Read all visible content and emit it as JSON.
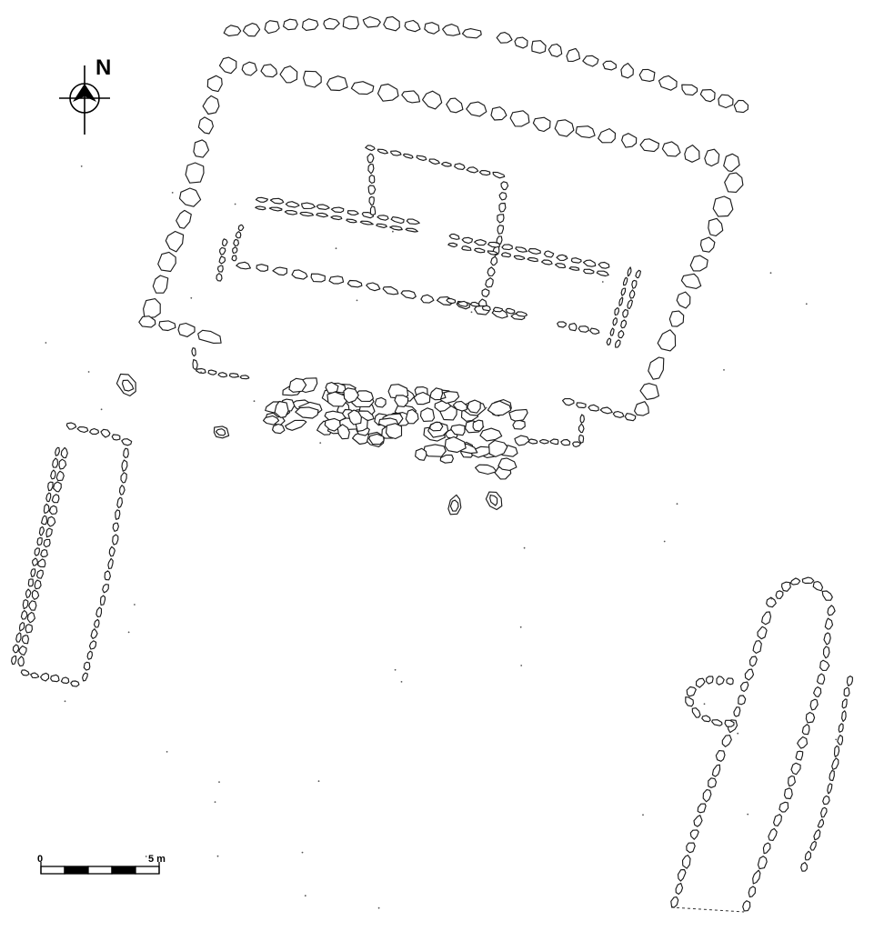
{
  "north_arrow": {
    "letter": "N"
  },
  "scale_bar": {
    "start_label": "0",
    "end_label": "5 m",
    "segments": 5
  },
  "colors": {
    "ink": "#1c1c1c",
    "paper": "#ffffff"
  },
  "features": [
    "north-enclosure-outer-wall",
    "main-building-walls",
    "interior-walls",
    "rubble-heap",
    "western-rectangular-structure",
    "southeastern-apsidal-structure",
    "isolated-stones"
  ]
}
